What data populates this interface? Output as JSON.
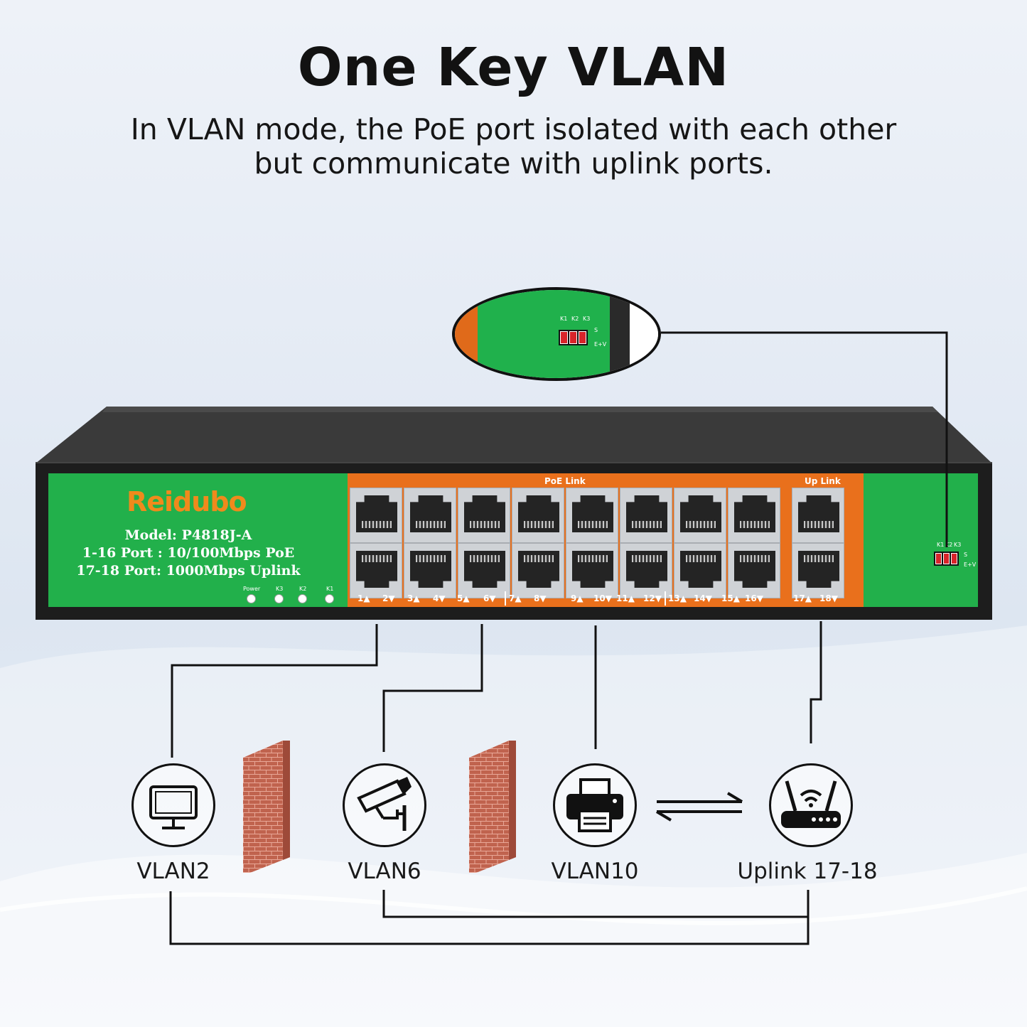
{
  "headline": "One Key VLAN",
  "subheadline": {
    "line1": "In VLAN mode, the PoE port isolated with each other",
    "line2": "but communicate with uplink ports."
  },
  "dip_switch": {
    "labels": [
      "K1",
      "K2",
      "K3"
    ],
    "side_s": "S",
    "side_ev": "E+V",
    "color": "#d8242a"
  },
  "switch": {
    "brand": "Reidubo",
    "model": "Model: P4818J-A",
    "spec_1": "1-16 Port : 10/100Mbps PoE",
    "spec_2": "17-18 Port: 1000Mbps Uplink",
    "leds": [
      "Power",
      "K3",
      "K2",
      "K1"
    ],
    "poe_title": "PoE  Link",
    "uplink_title": "Up  Link",
    "port_labels": [
      "1▲",
      "2▼",
      "3▲",
      "4▼",
      "5▲",
      "6▼",
      "7▲",
      "8▼",
      "9▲",
      "10▼",
      "11▲",
      "12▼",
      "13▲",
      "14▼",
      "15▲",
      "16▼",
      "17▲",
      "18▼"
    ],
    "panel_color": "#22b04b",
    "accent_color": "#e9701c"
  },
  "nodes": [
    {
      "label": "VLAN2",
      "icon": "monitor-icon"
    },
    {
      "label": "VLAN6",
      "icon": "cctv-camera-icon"
    },
    {
      "label": "VLAN10",
      "icon": "printer-icon"
    },
    {
      "label": "Uplink 17-18",
      "icon": "router-icon"
    }
  ],
  "walls": [
    "brick-wall-icon",
    "brick-wall-icon"
  ],
  "arrows_icon": "bidirectional-arrows-icon"
}
